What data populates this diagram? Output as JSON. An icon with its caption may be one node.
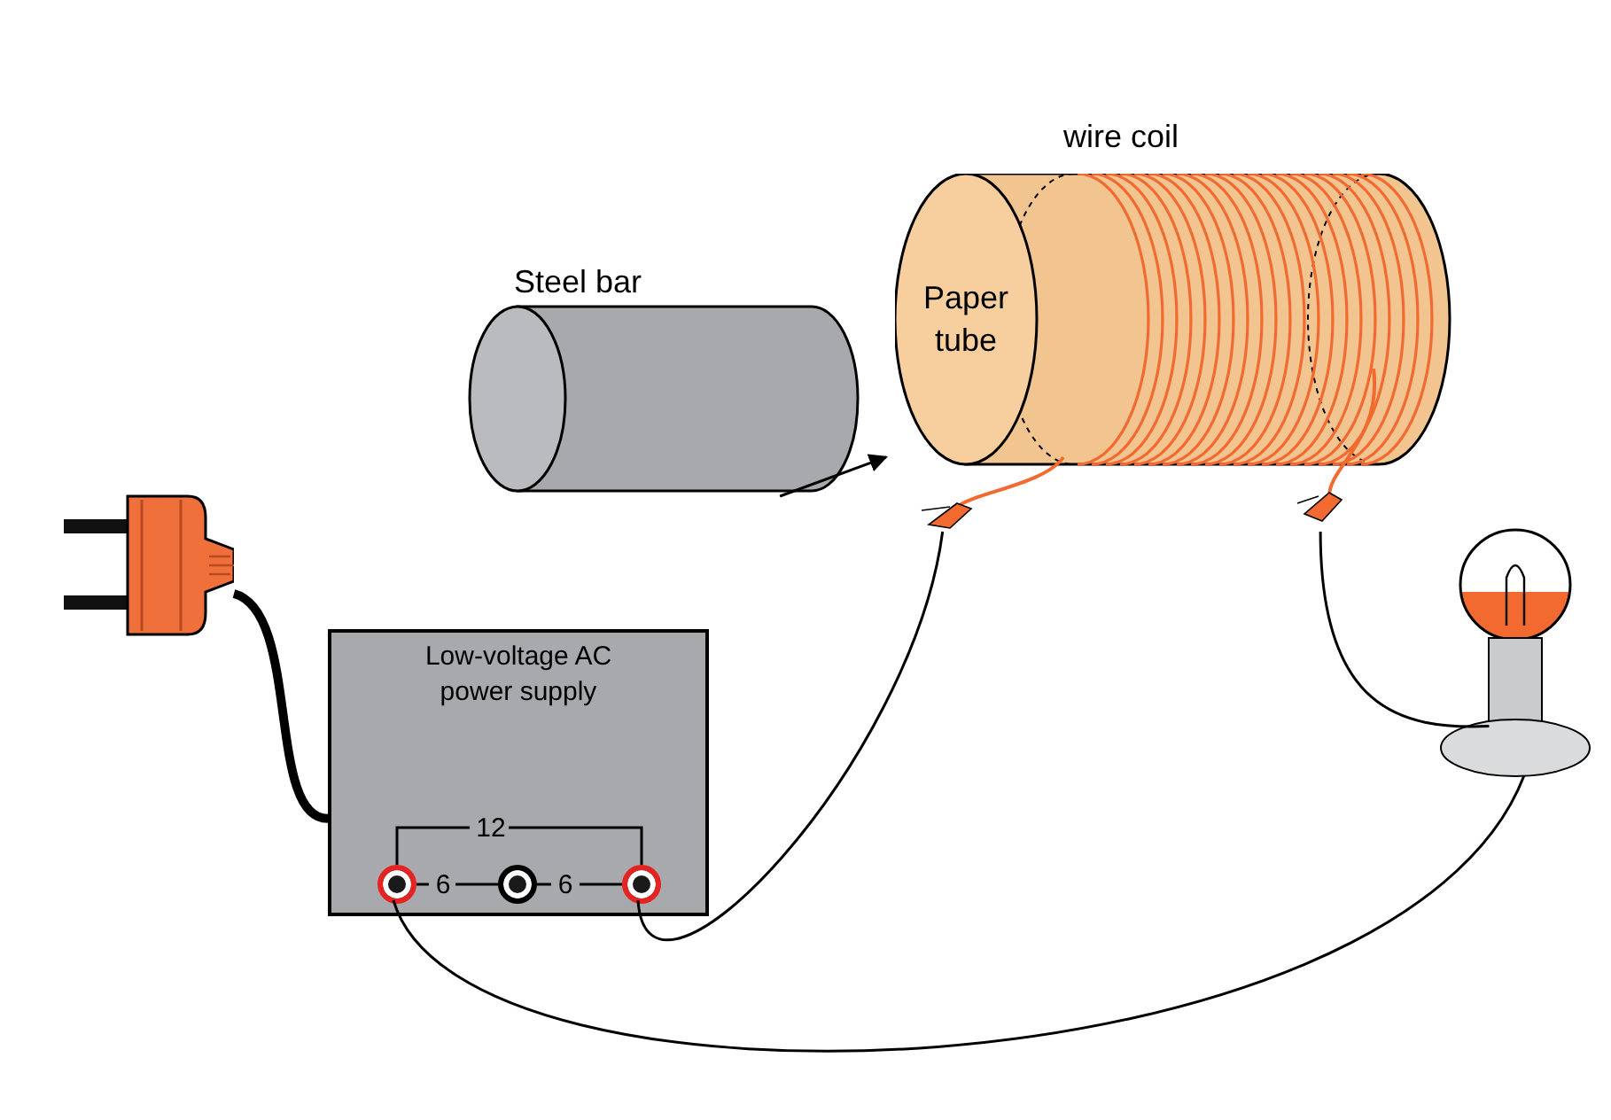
{
  "diagram": {
    "nodes": [
      {
        "text": [
          "Steel bar"
        ]
      },
      {
        "text": [
          "wire coil",
          "Paper tube"
        ]
      },
      {
        "text": [],
        "shape": "picture"
      },
      {
        "text": [
          "Low-voltage AC power supply"
        ]
      },
      {
        "text": [],
        "shape": "circle",
        "in": 3
      },
      {
        "text": [],
        "shape": "circle",
        "in": 3
      },
      {
        "text": [],
        "shape": "circle",
        "in": 3
      },
      {
        "text": [],
        "shape": "picture"
      }
    ],
    "edges": [
      {
        "from": 0,
        "to": 1,
        "arrow": "to"
      },
      {
        "from": 2,
        "to": 3,
        "arrow": "none",
        "style": "thick"
      },
      {
        "from": 6,
        "to": 1,
        "arrow": "none"
      },
      {
        "from": 1,
        "to": 7,
        "arrow": "none"
      },
      {
        "from": 4,
        "to": 7,
        "arrow": "none"
      }
    ],
    "labels": [
      "12",
      "6",
      "6"
    ]
  }
}
